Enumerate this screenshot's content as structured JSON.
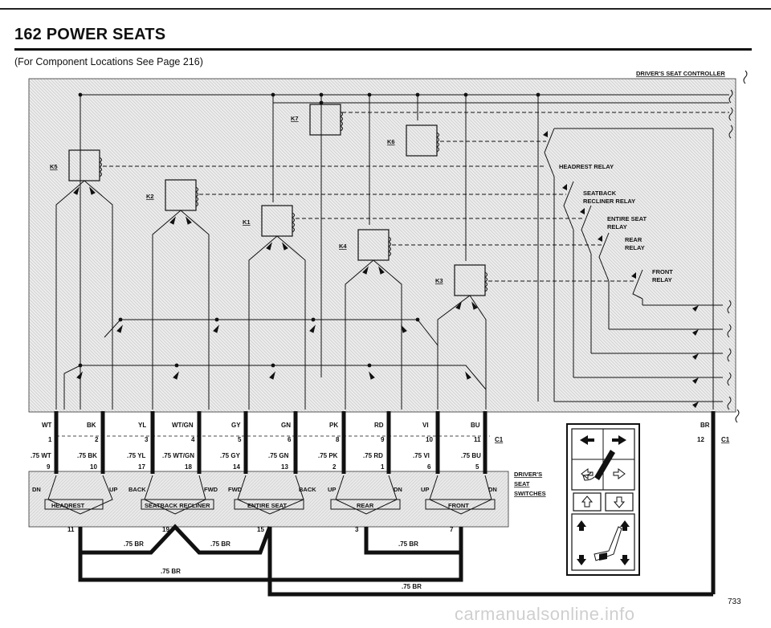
{
  "header": {
    "page_title": "162 POWER SEATS",
    "subtitle": "(For Component Locations See Page 216)",
    "page_number": "733"
  },
  "watermark": "carmanualsonline.info",
  "controller": {
    "label": "DRIVER'S SEAT CONTROLLER",
    "relays": {
      "k1": "K1",
      "k2": "K2",
      "k3": "K3",
      "k4": "K4",
      "k5": "K5",
      "k6": "K6",
      "k7": "K7"
    },
    "control_relays": {
      "headrest": "HEADREST RELAY",
      "seatback_line1": "SEATBACK",
      "seatback_line2": "RECLINER RELAY",
      "entire_line1": "ENTIRE SEAT",
      "entire_line2": "RELAY",
      "rear_line1": "REAR",
      "rear_line2": "RELAY",
      "front_line1": "FRONT",
      "front_line2": "RELAY"
    }
  },
  "wires": [
    {
      "color": "WT",
      "pin_top": "1",
      "gauge": ".75 WT",
      "pin_bottom": "9"
    },
    {
      "color": "BK",
      "pin_top": "2",
      "gauge": ".75 BK",
      "pin_bottom": "10"
    },
    {
      "color": "YL",
      "pin_top": "3",
      "gauge": ".75 YL",
      "pin_bottom": "17"
    },
    {
      "color": "WT/GN",
      "pin_top": "4",
      "gauge": ".75 WT/GN",
      "pin_bottom": "18"
    },
    {
      "color": "GY",
      "pin_top": "5",
      "gauge": ".75 GY",
      "pin_bottom": "14"
    },
    {
      "color": "GN",
      "pin_top": "6",
      "gauge": ".75 GN",
      "pin_bottom": "13"
    },
    {
      "color": "PK",
      "pin_top": "8",
      "gauge": ".75 PK",
      "pin_bottom": "2"
    },
    {
      "color": "RD",
      "pin_top": "9",
      "gauge": ".75 RD",
      "pin_bottom": "1"
    },
    {
      "color": "VI",
      "pin_top": "10",
      "gauge": ".75 VI",
      "pin_bottom": "6"
    },
    {
      "color": "BU",
      "pin_top": "11",
      "gauge": ".75 BU",
      "pin_bottom": "5"
    }
  ],
  "connector": {
    "c1": "C1",
    "br_color": "BR",
    "br_pin": "12"
  },
  "switches": {
    "label_line1": "DRIVER'S",
    "label_line2": "SEAT",
    "label_line3": "SWITCHES",
    "headrest": {
      "name": "HEADREST",
      "left": "DN",
      "right": "UP"
    },
    "seatback": {
      "name": "SEATBACK RECLINER",
      "left": "BACK",
      "right": "FWD"
    },
    "entire": {
      "name": "ENTIRE SEAT",
      "left": "FWD",
      "right": "BACK"
    },
    "rear": {
      "name": "REAR",
      "left": "UP",
      "right": "DN"
    },
    "front": {
      "name": "FRONT",
      "left": "UP",
      "right": "DN"
    }
  },
  "ground": {
    "pins": [
      "11",
      "19",
      "15",
      "3",
      "7"
    ],
    "gauge": ".75 BR"
  }
}
